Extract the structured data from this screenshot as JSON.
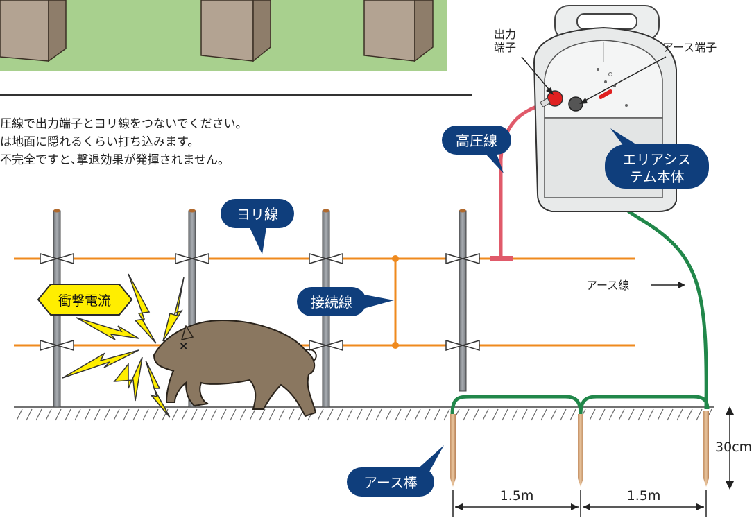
{
  "instructions": {
    "line1": "圧線で出力端子とヨリ線をつないでください。",
    "line2": "は地面に隠れるくらい打ち込みます。",
    "line3": "不完全ですと､撃退効果が発揮されません。"
  },
  "labels": {
    "output_terminal_1": "出力",
    "output_terminal_2": "端子",
    "earth_terminal": "アース端子",
    "high_voltage_line": "高圧線",
    "system_body_1": "エリアシス",
    "system_body_2": "テム本体",
    "twisted_wire": "ヨリ線",
    "shock_current": "衝撃電流",
    "connection_wire": "接続線",
    "earth_wire": "アース線",
    "earth_rod": "アース棒"
  },
  "dimensions": {
    "depth": "30cm",
    "spacing_1": "1.5m",
    "spacing_2": "1.5m"
  },
  "colors": {
    "navy_callout": "#0f3e7c",
    "fence_wire": "#ef8a1e",
    "high_voltage": "#e05a6a",
    "earth_wire": "#21874a",
    "lawn": "#a8d08e",
    "post": "#b3a392",
    "boar": "#8a7760",
    "lightning": "#ffee00"
  }
}
